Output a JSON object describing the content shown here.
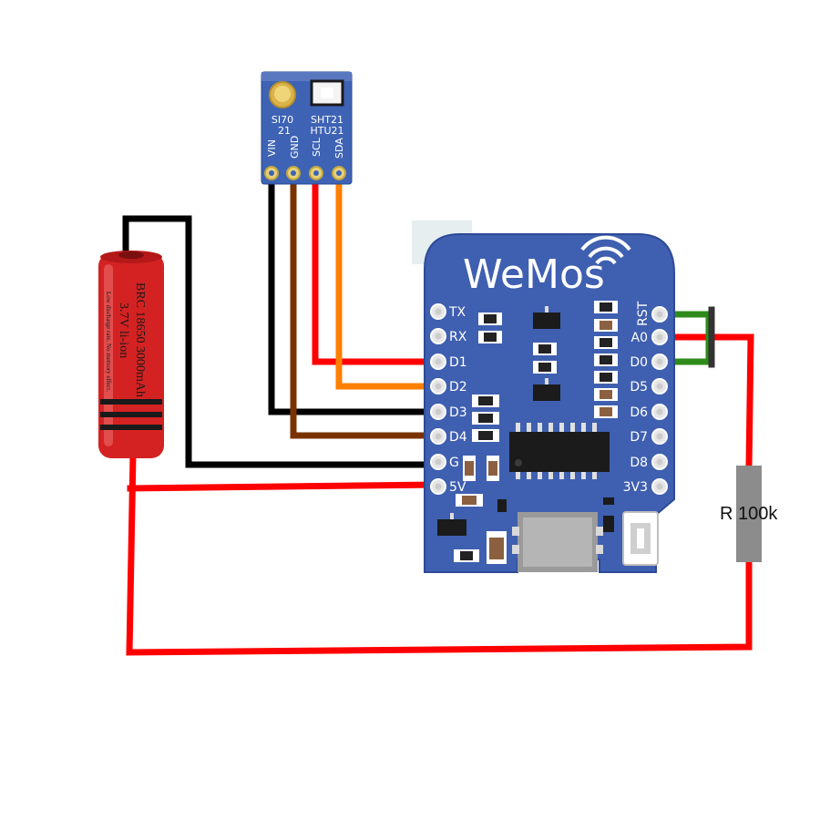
{
  "sensor": {
    "label_left": "SI70",
    "label_left2": "21",
    "label_right": "SHT21",
    "label_right2": "HTU21",
    "pins": [
      "VIN",
      "GND",
      "SCL",
      "SDA"
    ]
  },
  "battery": {
    "line1": "BRC 18650 3000mAh",
    "line2": "3.7V li-ion",
    "line3": "Low discharge rate. No memory effect."
  },
  "board": {
    "brand": "WeMos",
    "left_pins": [
      "TX",
      "RX",
      "D1",
      "D2",
      "D3",
      "D4",
      "G",
      "5V"
    ],
    "right_pins": [
      "RST",
      "A0",
      "D0",
      "D5",
      "D6",
      "D7",
      "D8",
      "3V3"
    ]
  },
  "resistor": {
    "label": "R 100k"
  },
  "colors": {
    "board": "#3f5fb0",
    "sensor": "#3e63b5",
    "wire_red": "#ff0000",
    "wire_black": "#000000",
    "wire_brown": "#7a3300",
    "wire_orange": "#ff7f00",
    "wire_green": "#2e8b1a",
    "battery": "#d42222",
    "resistor": "#8c8c8c"
  }
}
